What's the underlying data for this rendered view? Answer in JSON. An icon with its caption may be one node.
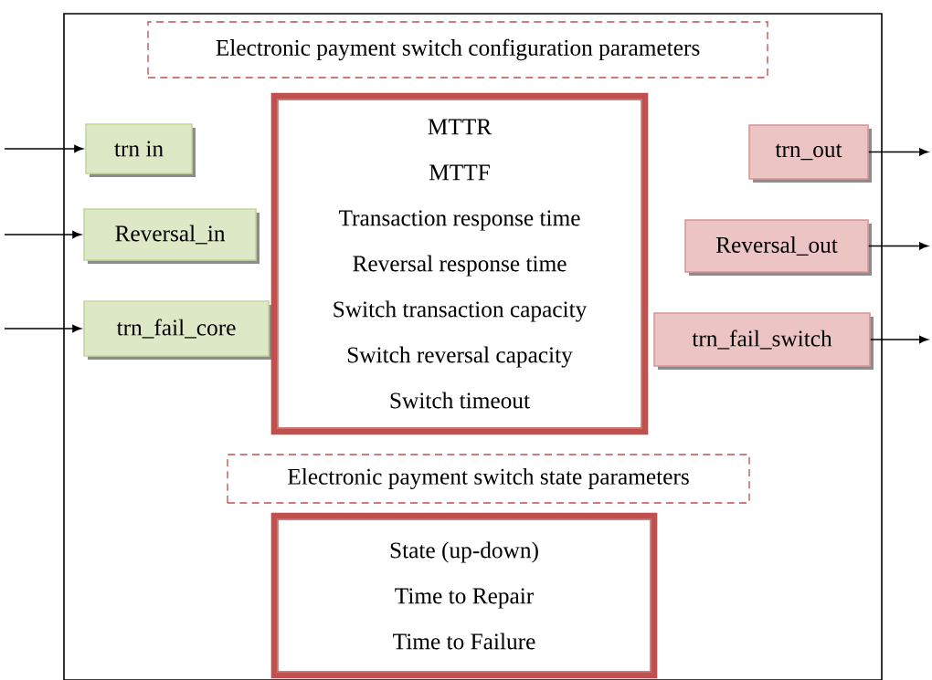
{
  "diagram": {
    "nodes": [
      {
        "text": [],
        "shape": "box"
      },
      {
        "text": [
          "Electronic payment switch configuration parameters"
        ],
        "in": 0
      },
      {
        "text": [
          "trn in"
        ],
        "in": 0
      },
      {
        "text": [
          "Reversal_in"
        ],
        "in": 0
      },
      {
        "text": [
          "trn_fail_core"
        ],
        "in": 0
      },
      {
        "text": [
          "MTTR",
          "MTTF",
          "Transaction response time",
          "Reversal response time",
          "Switch transaction capacity",
          "Switch reversal capacity",
          "Switch timeout"
        ],
        "in": 0
      },
      {
        "text": [
          "trn_out"
        ],
        "in": 0
      },
      {
        "text": [
          "Reversal_out"
        ],
        "in": 0
      },
      {
        "text": [
          "trn_fail_switch"
        ],
        "in": 0
      },
      {
        "text": [
          "Electronic payment switch state parameters"
        ],
        "in": 0
      },
      {
        "text": [
          "State (up-down)",
          "Time to Repair",
          "Time to Failure"
        ],
        "in": 0
      }
    ],
    "edges": [
      {
        "from": null,
        "to": 2,
        "arrow": "to"
      },
      {
        "from": null,
        "to": 3,
        "arrow": "to"
      },
      {
        "from": null,
        "to": 4,
        "arrow": "to"
      },
      {
        "from": 6,
        "to": null,
        "arrow": "to"
      },
      {
        "from": 7,
        "to": null,
        "arrow": "to"
      },
      {
        "from": 8,
        "to": null,
        "arrow": "to"
      }
    ]
  }
}
